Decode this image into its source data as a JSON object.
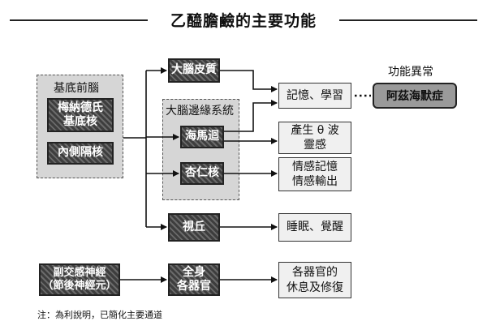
{
  "title": "乙醯膽鹼的主要功能",
  "basal_forebrain": {
    "label": "基底前腦",
    "nucleus_basalis": "梅納德氏\n基底核",
    "medial_septum": "內側隔核"
  },
  "cortex": "大腦皮質",
  "limbic": {
    "label": "大腦邊緣系統",
    "hippocampus": "海馬迴",
    "amygdala": "杏仁核"
  },
  "thalamus": "視丘",
  "parasympathetic": "副交感神經\n（節後神經元）",
  "whole_body": "全身\n各器官",
  "outputs": {
    "memory_learning": "記憶、學習",
    "theta_wave": "產生 θ 波\n靈感",
    "emotional_memory": "情感記憶\n情感輸出",
    "sleep_wake": "睡眠、覺醒",
    "organ_rest": "各器官的\n休息及修復"
  },
  "dysfunction": {
    "label": "功能異常",
    "disease": "阿茲海默症"
  },
  "note": "注：為利說明，已簡化主要通道"
}
